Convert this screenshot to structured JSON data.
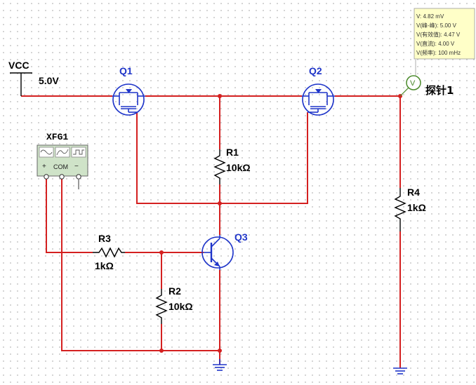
{
  "power": {
    "label": "VCC",
    "voltage": "5.0V"
  },
  "transistors": {
    "q1": "Q1",
    "q2": "Q2",
    "q3": "Q3"
  },
  "resistors": {
    "r1": {
      "name": "R1",
      "value": "10kΩ"
    },
    "r2": {
      "name": "R2",
      "value": "10kΩ"
    },
    "r3": {
      "name": "R3",
      "value": "1kΩ"
    },
    "r4": {
      "name": "R4",
      "value": "1kΩ"
    }
  },
  "function_generator": {
    "name": "XFG1",
    "plus": "+",
    "com": "COM",
    "minus": "−"
  },
  "probe": {
    "symbol": "V",
    "label": "探针1",
    "readings": [
      "V: 4.82 mV",
      "V(峰-峰): 5.00 V",
      "V(有效值): 4.47 V",
      "V(直流): 4.00 V",
      "V(频率): 100 mHz"
    ]
  },
  "colors": {
    "wire": "#d42020",
    "component": "#1f35c9",
    "probe_box": "#ffffc8",
    "generator_body": "#cfe3c8"
  }
}
